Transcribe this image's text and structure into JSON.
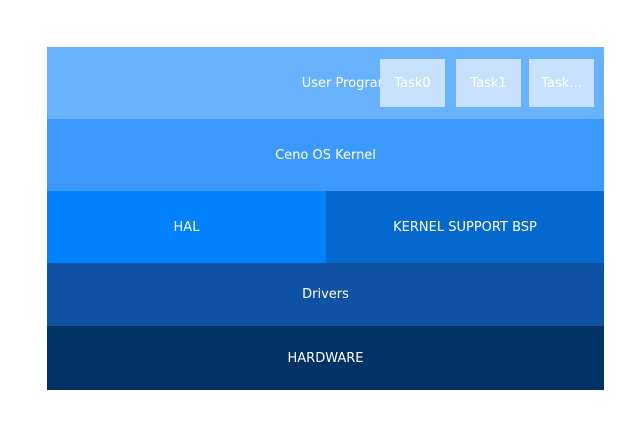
{
  "diagram": {
    "user_program": {
      "label": "User Program",
      "tasks": [
        "Task0",
        "Task1",
        "Task..."
      ]
    },
    "kernel": {
      "label": "Ceno OS Kernel"
    },
    "hal": {
      "label": "HAL"
    },
    "bsp": {
      "label": "KERNEL SUPPORT BSP"
    },
    "drivers": {
      "label": "Drivers"
    },
    "hardware": {
      "label": "HARDWARE"
    }
  },
  "colors": {
    "user_program": "#68b2fb",
    "task_box": "#c7e1fd",
    "kernel": "#3b99fc",
    "hal": "#0282fc",
    "bsp": "#0468cf",
    "drivers": "#0f52a3",
    "hardware": "#013365"
  }
}
